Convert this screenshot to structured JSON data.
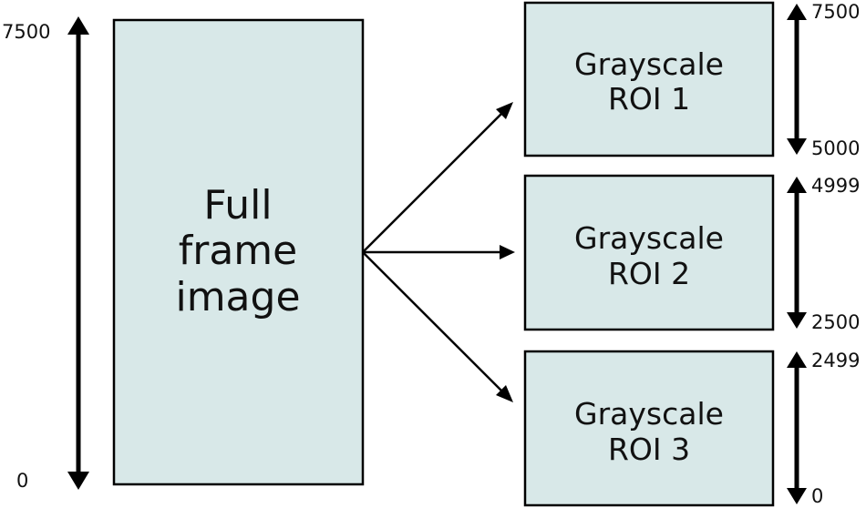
{
  "full_frame": {
    "label_lines": [
      "Full",
      "frame",
      "image"
    ],
    "axis_top": "7500",
    "axis_bottom": "0"
  },
  "rois": [
    {
      "label_lines": [
        "Grayscale",
        "ROI 1"
      ],
      "top": "7500",
      "bottom": "5000"
    },
    {
      "label_lines": [
        "Grayscale",
        "ROI 2"
      ],
      "top": "4999",
      "bottom": "2500"
    },
    {
      "label_lines": [
        "Grayscale",
        "ROI 3"
      ],
      "top": "2499",
      "bottom": "0"
    }
  ],
  "colors": {
    "box_fill": "#d8e8e8",
    "stroke": "#000000"
  }
}
